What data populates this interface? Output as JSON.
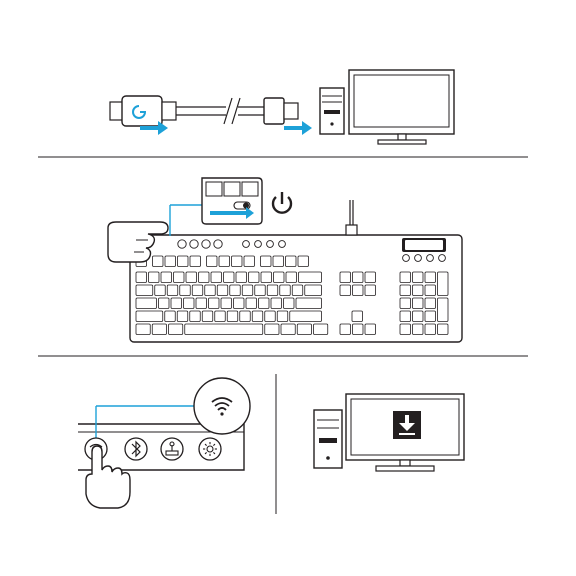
{
  "colors": {
    "outline": "#231f20",
    "accent": "#1da1d8",
    "panel_fill": "#ffffff",
    "screen_fill": "#000000",
    "divider": "#231f20"
  },
  "step1": {
    "receiver_icon": "logitech-g-logo-icon",
    "arrow_icon": "arrow-right-icon",
    "cable_break_icon": "cable-break-icon",
    "pc_icon": "desktop-computer-icon"
  },
  "step2": {
    "power_icon": "power-icon",
    "switch_icon": "power-switch-icon",
    "hand_icon": "pointing-hand-icon",
    "keyboard_icon": "keyboard-icon"
  },
  "step3": {
    "wifi_icon": "wifi-icon",
    "buttons": [
      {
        "name": "lightspeed-button",
        "icon": "lightspeed-icon"
      },
      {
        "name": "bluetooth-button",
        "icon": "bluetooth-icon"
      },
      {
        "name": "game-mode-button",
        "icon": "joystick-icon"
      },
      {
        "name": "brightness-button",
        "icon": "brightness-icon"
      }
    ],
    "download_icon": "download-icon"
  }
}
